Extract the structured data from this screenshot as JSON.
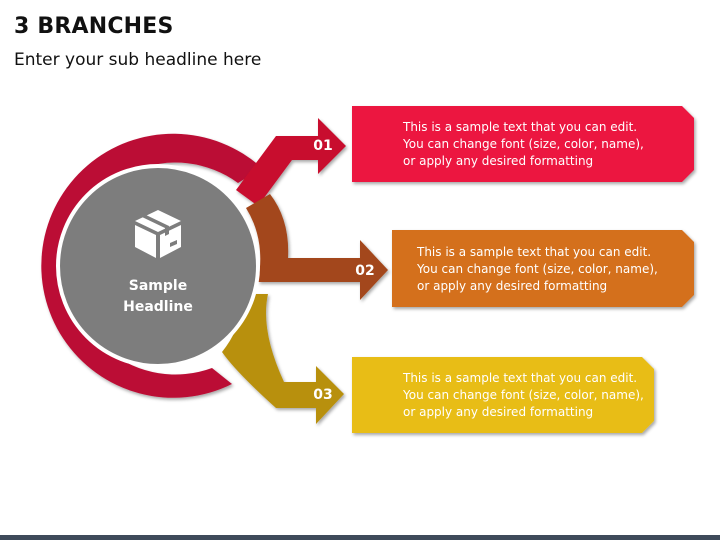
{
  "header": {
    "title": "3 BRANCHES",
    "subtitle": "Enter your sub headline here"
  },
  "center": {
    "line1": "Sample",
    "line2": "Headline",
    "icon": "box-icon"
  },
  "branches": [
    {
      "number": "01",
      "color": "#c8102e",
      "box_color": "#ec1941",
      "lines": [
        "This is a sample text that you can edit.",
        "You can change font (size, color, name),",
        "or apply any desired formatting"
      ]
    },
    {
      "number": "02",
      "color": "#a3471a",
      "box_color": "#d4701e",
      "lines": [
        "This is a sample text that you can edit.",
        "You can change font (size, color, name),",
        "or apply any desired formatting"
      ]
    },
    {
      "number": "03",
      "color": "#b8900e",
      "box_color": "#e8bd12",
      "lines": [
        "This is a sample text that you can edit.",
        "You can change font (size, color, name),",
        "or apply any desired formatting"
      ]
    }
  ]
}
